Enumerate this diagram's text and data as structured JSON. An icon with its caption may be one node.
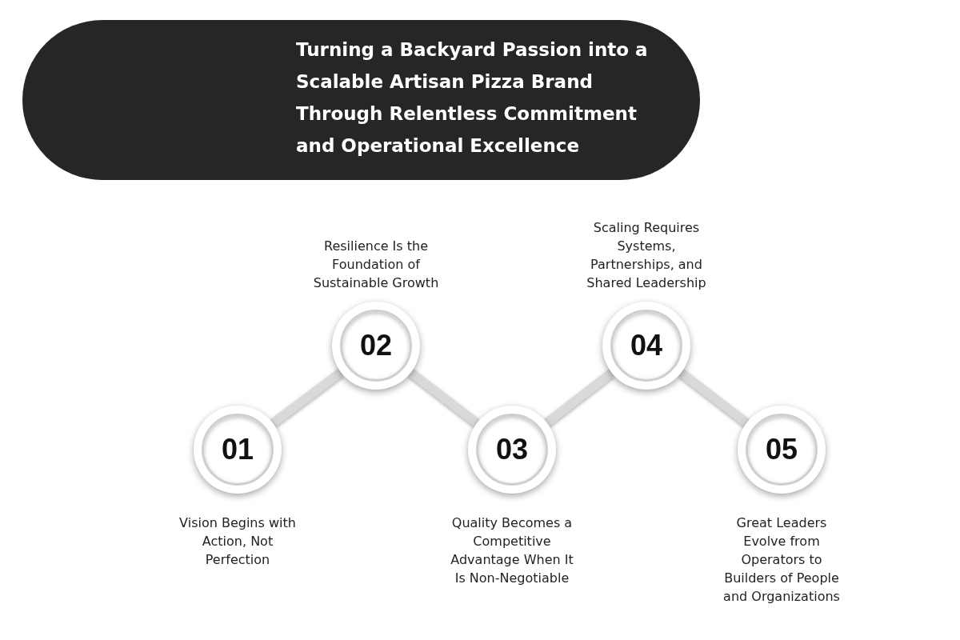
{
  "diagram": {
    "title": "Turning a Backyard Passion into a Scalable Artisan Pizza Brand Through Relentless Commitment and Operational Excellence",
    "nodes": [
      {
        "text": [
          "01"
        ],
        "beside": [
          "Vision Begins with Action, Not Perfection"
        ]
      },
      {
        "text": [
          "02"
        ],
        "beside": [
          "Resilience Is the Foundation of Sustainable Growth"
        ]
      },
      {
        "text": [
          "03"
        ],
        "beside": [
          "Quality Becomes a Competitive Advantage When It Is Non-Negotiable"
        ]
      },
      {
        "text": [
          "04"
        ],
        "beside": [
          "Scaling Requires Systems, Partnerships, and Shared Leadership"
        ]
      },
      {
        "text": [
          "05"
        ],
        "beside": [
          "Great Leaders Evolve from Operators to Builders of People and Organizations"
        ]
      }
    ],
    "edges": [
      {
        "from": 0,
        "to": 1,
        "arrow": "none"
      },
      {
        "from": 1,
        "to": 2,
        "arrow": "none"
      },
      {
        "from": 2,
        "to": 3,
        "arrow": "none"
      },
      {
        "from": 3,
        "to": 4,
        "arrow": "none"
      }
    ]
  }
}
